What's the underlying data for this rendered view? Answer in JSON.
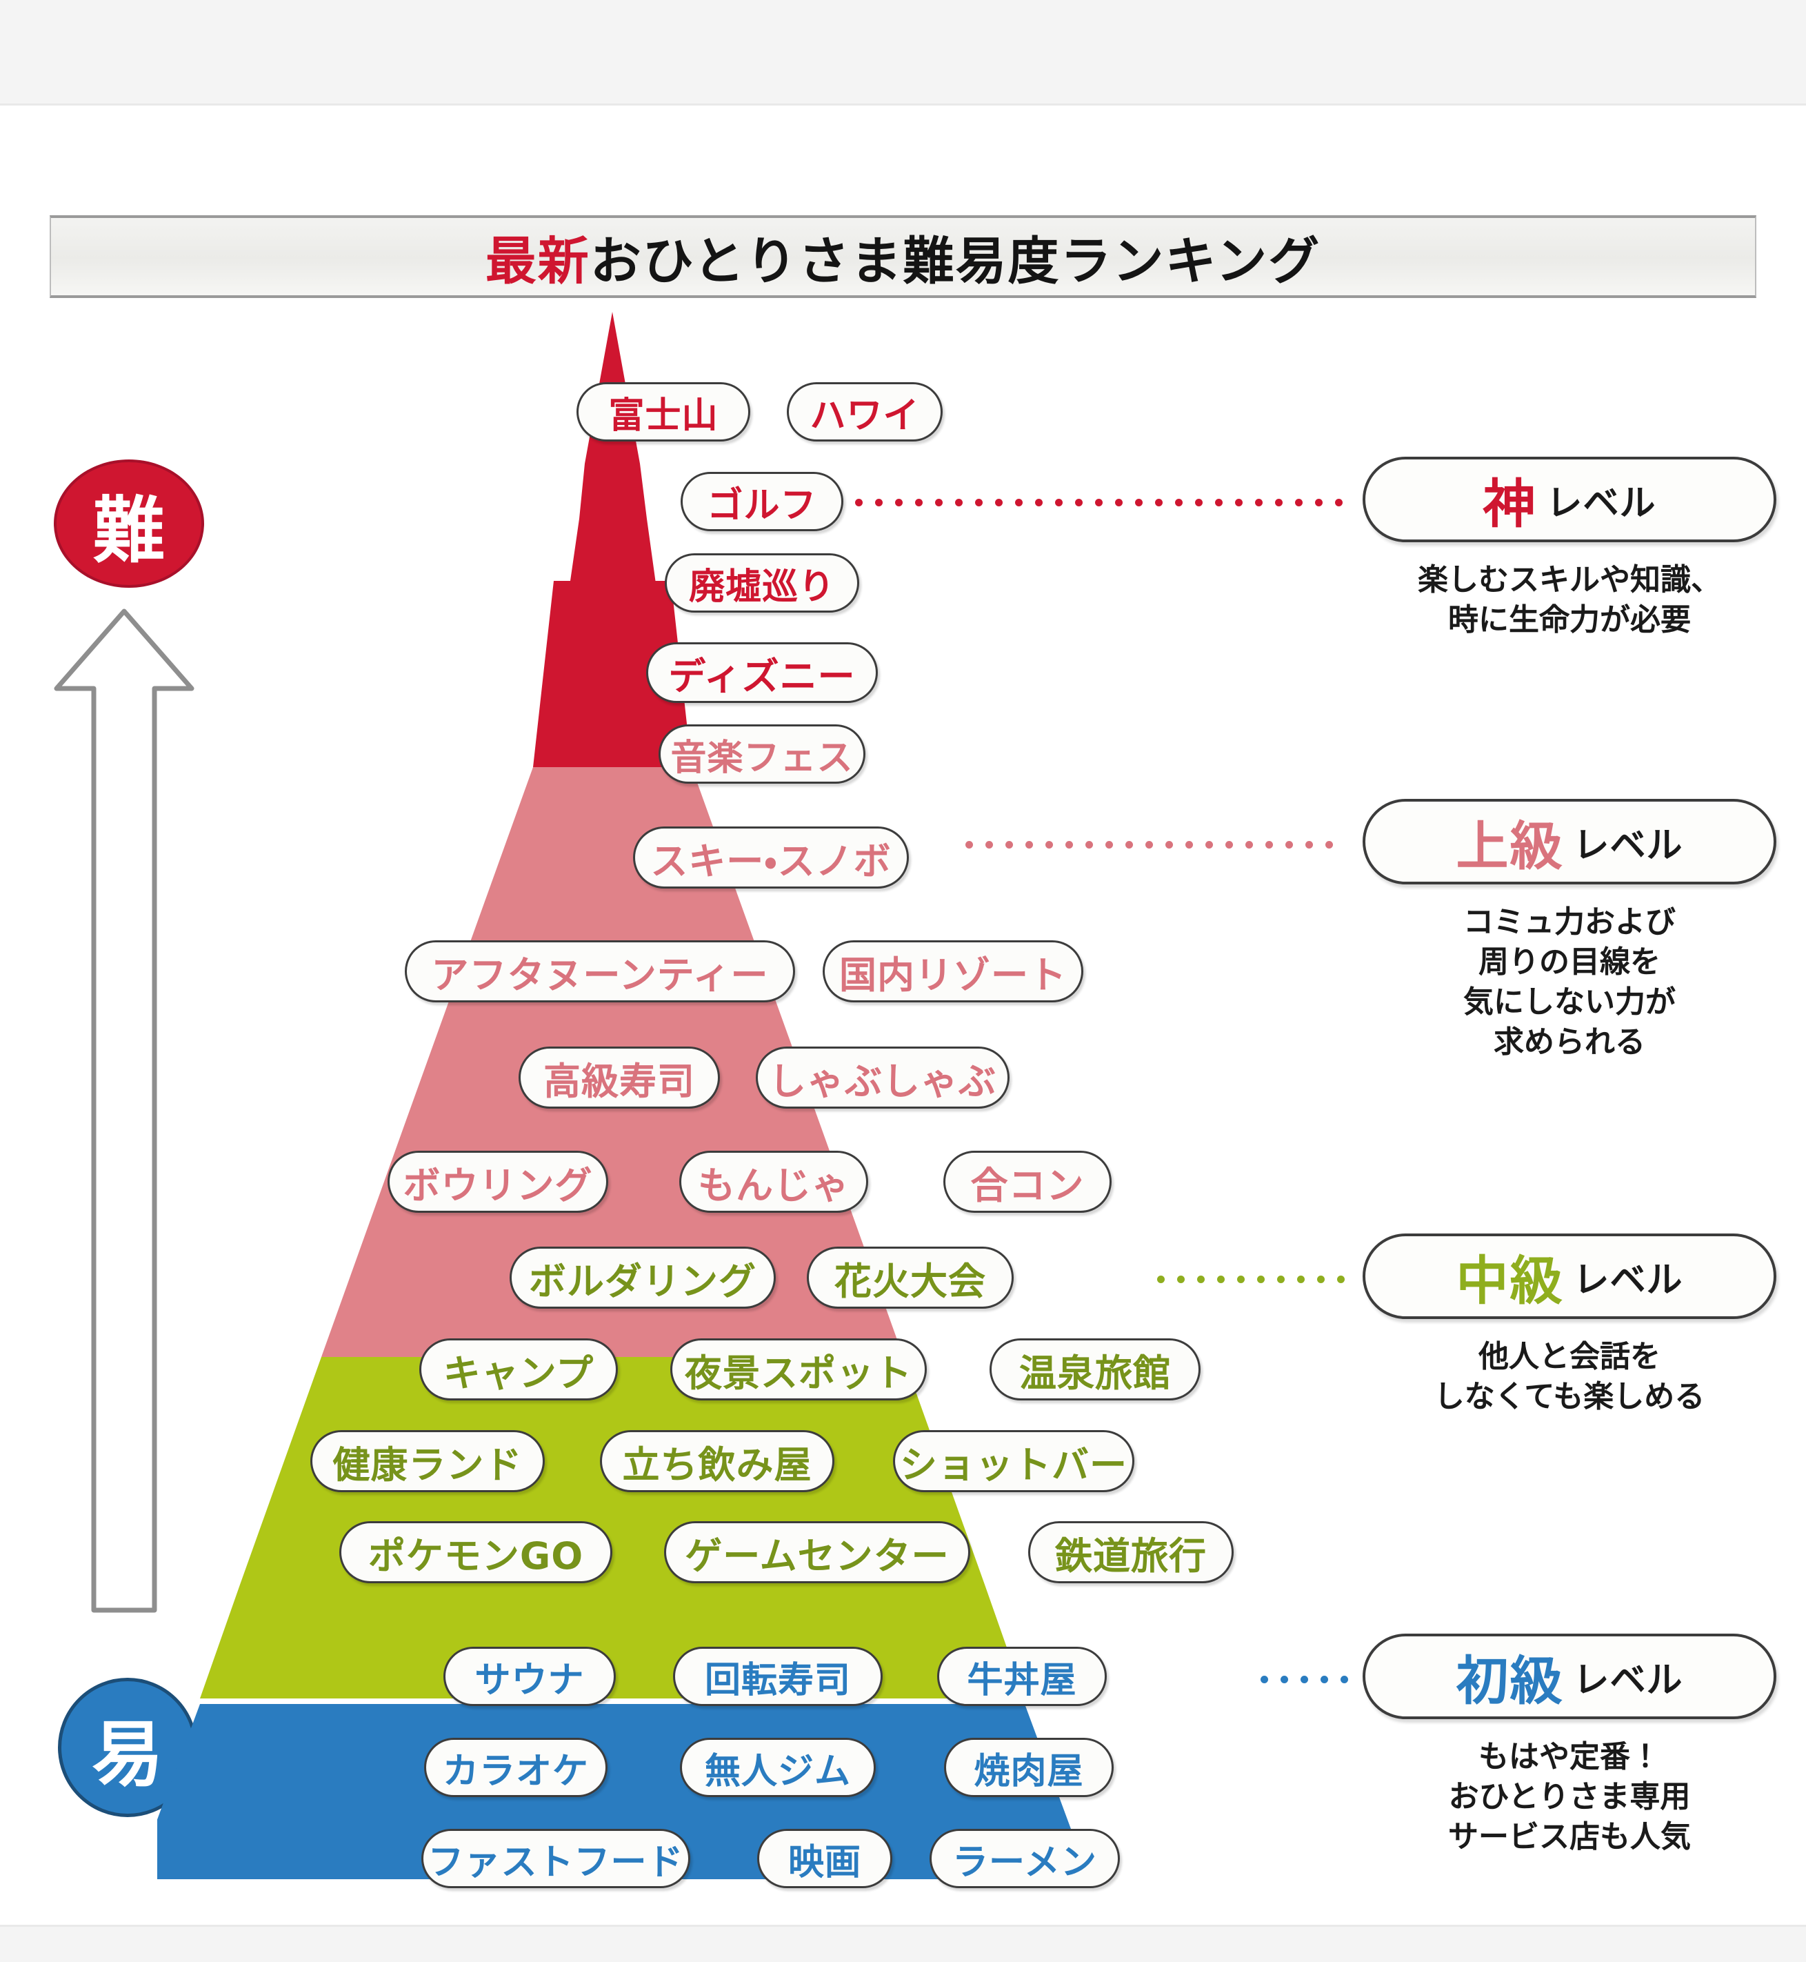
{
  "title": {
    "highlight": "最新",
    "rest": "おひとりさま難易度ランキング"
  },
  "axis": {
    "hard_label": "難",
    "easy_label": "易",
    "arrow_icon": "up-arrow-icon",
    "hard_color": "#cf1630",
    "easy_color": "#2a7cc0"
  },
  "pyramid": {
    "tiers": [
      {
        "key": "god",
        "label": "神",
        "color": "#cf1630"
      },
      {
        "key": "advanced",
        "label": "上級",
        "color": "#e08289"
      },
      {
        "key": "intermediate",
        "label": "中級",
        "color": "#afc717"
      },
      {
        "key": "beginner",
        "label": "初級",
        "color": "#2a7cc0"
      }
    ]
  },
  "items": {
    "god": [
      "富士山",
      "ハワイ",
      "ゴルフ",
      "廃墟巡り",
      "ディズニー"
    ],
    "advanced": [
      "音楽フェス",
      "スキー・スノボ",
      "アフタヌーンティー",
      "国内リゾート",
      "高級寿司",
      "しゃぶしゃぶ",
      "ボウリング",
      "もんじゃ",
      "合コン"
    ],
    "intermediate": [
      "ボルダリング",
      "花火大会",
      "キャンプ",
      "夜景スポット",
      "温泉旅館",
      "健康ランド",
      "立ち飲み屋",
      "ショットバー",
      "ポケモンGO",
      "ゲームセンター",
      "鉄道旅行"
    ],
    "beginner": [
      "サウナ",
      "回転寿司",
      "牛丼屋",
      "カラオケ",
      "無人ジム",
      "焼肉屋",
      "ファストフード",
      "映画",
      "ラーメン"
    ]
  },
  "levels": [
    {
      "name": "神",
      "suffix": "レベル",
      "color": "#cf1630",
      "desc": [
        "楽しむスキルや知識、",
        "時に生命力が必要"
      ]
    },
    {
      "name": "上級",
      "suffix": "レベル",
      "color": "#d9737d",
      "desc": [
        "コミュ力および",
        "周りの目線を",
        "気にしない力が",
        "求められる"
      ]
    },
    {
      "name": "中級",
      "suffix": "レベル",
      "color": "#8fae1e",
      "desc": [
        "他人と会話を",
        "しなくても楽しめる"
      ]
    },
    {
      "name": "初級",
      "suffix": "レベル",
      "color": "#2a7cc0",
      "desc": [
        "もはや定番！",
        "おひとりさま専用",
        "サービス店も人気"
      ]
    }
  ],
  "chart_data": {
    "type": "pyramid",
    "title": "最新 おひとりさま難易度ランキング",
    "axis_low": "易",
    "axis_high": "難",
    "tiers": [
      {
        "level": "神レベル",
        "color": "#cf1630",
        "description": "楽しむスキルや知識、時に生命力が必要",
        "items": [
          "富士山",
          "ハワイ",
          "ゴルフ",
          "廃墟巡り",
          "ディズニー"
        ]
      },
      {
        "level": "上級レベル",
        "color": "#e08289",
        "description": "コミュ力および周りの目線を気にしない力が求められる",
        "items": [
          "音楽フェス",
          "スキー・スノボ",
          "アフタヌーンティー",
          "国内リゾート",
          "高級寿司",
          "しゃぶしゃぶ",
          "ボウリング",
          "もんじゃ",
          "合コン"
        ]
      },
      {
        "level": "中級レベル",
        "color": "#afc717",
        "description": "他人と会話をしなくても楽しめる",
        "items": [
          "ボルダリング",
          "花火大会",
          "キャンプ",
          "夜景スポット",
          "温泉旅館",
          "健康ランド",
          "立ち飲み屋",
          "ショットバー",
          "ポケモンGO",
          "ゲームセンター",
          "鉄道旅行"
        ]
      },
      {
        "level": "初級レベル",
        "color": "#2a7cc0",
        "description": "もはや定番！おひとりさま専用サービス店も人気",
        "items": [
          "サウナ",
          "回転寿司",
          "牛丼屋",
          "カラオケ",
          "無人ジム",
          "焼肉屋",
          "ファストフード",
          "映画",
          "ラーメン"
        ]
      }
    ]
  }
}
